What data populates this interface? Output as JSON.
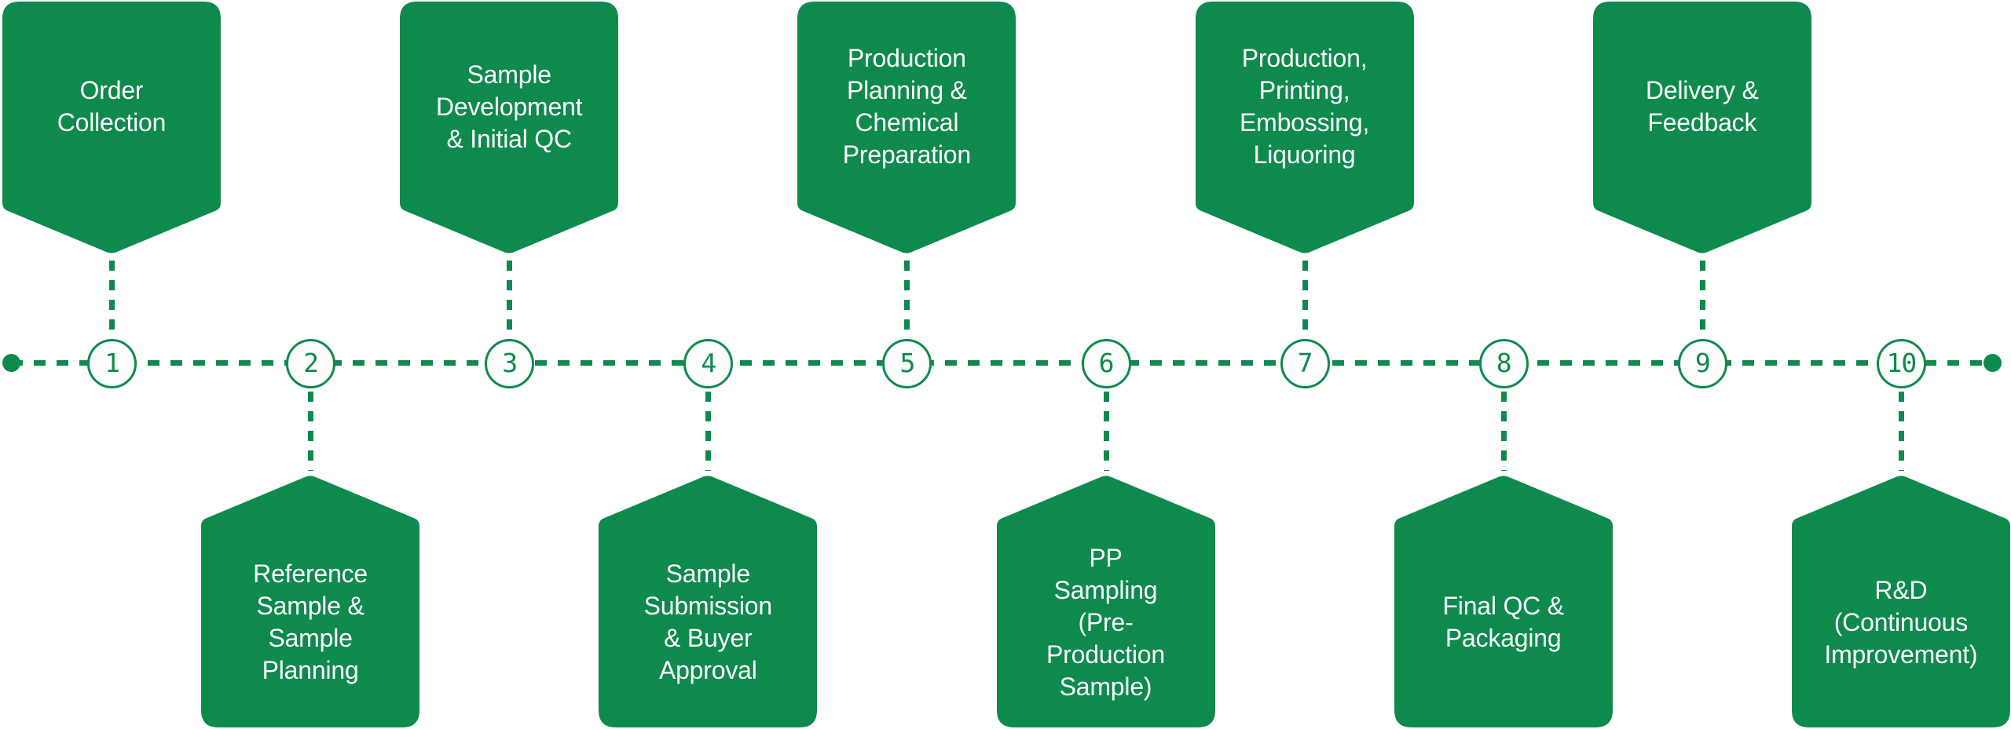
{
  "diagram": {
    "type": "process-timeline",
    "accent_color": "#0E8A4D",
    "background_color": "#FFFFFF",
    "label_text_color": "#FFFFFF",
    "step_count": "10",
    "steps": [
      {
        "number": "1",
        "side": "top",
        "label": "Order Collection",
        "lines": [
          "Order",
          "Collection"
        ]
      },
      {
        "number": "2",
        "side": "bottom",
        "label": "Reference Sample & Sample Planning",
        "lines": [
          "Reference",
          "Sample &",
          "Sample",
          "Planning"
        ]
      },
      {
        "number": "3",
        "side": "top",
        "label": "Sample Development & Initial QC",
        "lines": [
          "Sample",
          "Development",
          "& Initial QC"
        ]
      },
      {
        "number": "4",
        "side": "bottom",
        "label": "Sample Submission & Buyer Approval",
        "lines": [
          "Sample",
          "Submission",
          "& Buyer",
          "Approval"
        ]
      },
      {
        "number": "5",
        "side": "top",
        "label": "Production Planning & Chemical Preparation",
        "lines": [
          "Production",
          "Planning &",
          "Chemical",
          "Preparation"
        ]
      },
      {
        "number": "6",
        "side": "bottom",
        "label": "PP Sampling (Pre-Production Sample)",
        "lines": [
          "PP",
          "Sampling",
          "(Pre-",
          "Production",
          "Sample)"
        ]
      },
      {
        "number": "7",
        "side": "top",
        "label": "Production, Printing, Embossing, Liquoring",
        "lines": [
          "Production,",
          "Printing,",
          "Embossing,",
          "Liquoring"
        ]
      },
      {
        "number": "8",
        "side": "bottom",
        "label": "Final QC & Packaging",
        "lines": [
          "Final QC &",
          "Packaging"
        ]
      },
      {
        "number": "9",
        "side": "top",
        "label": "Delivery & Feedback",
        "lines": [
          "Delivery &",
          "Feedback"
        ]
      },
      {
        "number": "10",
        "side": "bottom",
        "label": "R&D (Continuous Improvement)",
        "lines": [
          "R&D",
          "(Continuous",
          "Improvement)"
        ]
      }
    ]
  }
}
